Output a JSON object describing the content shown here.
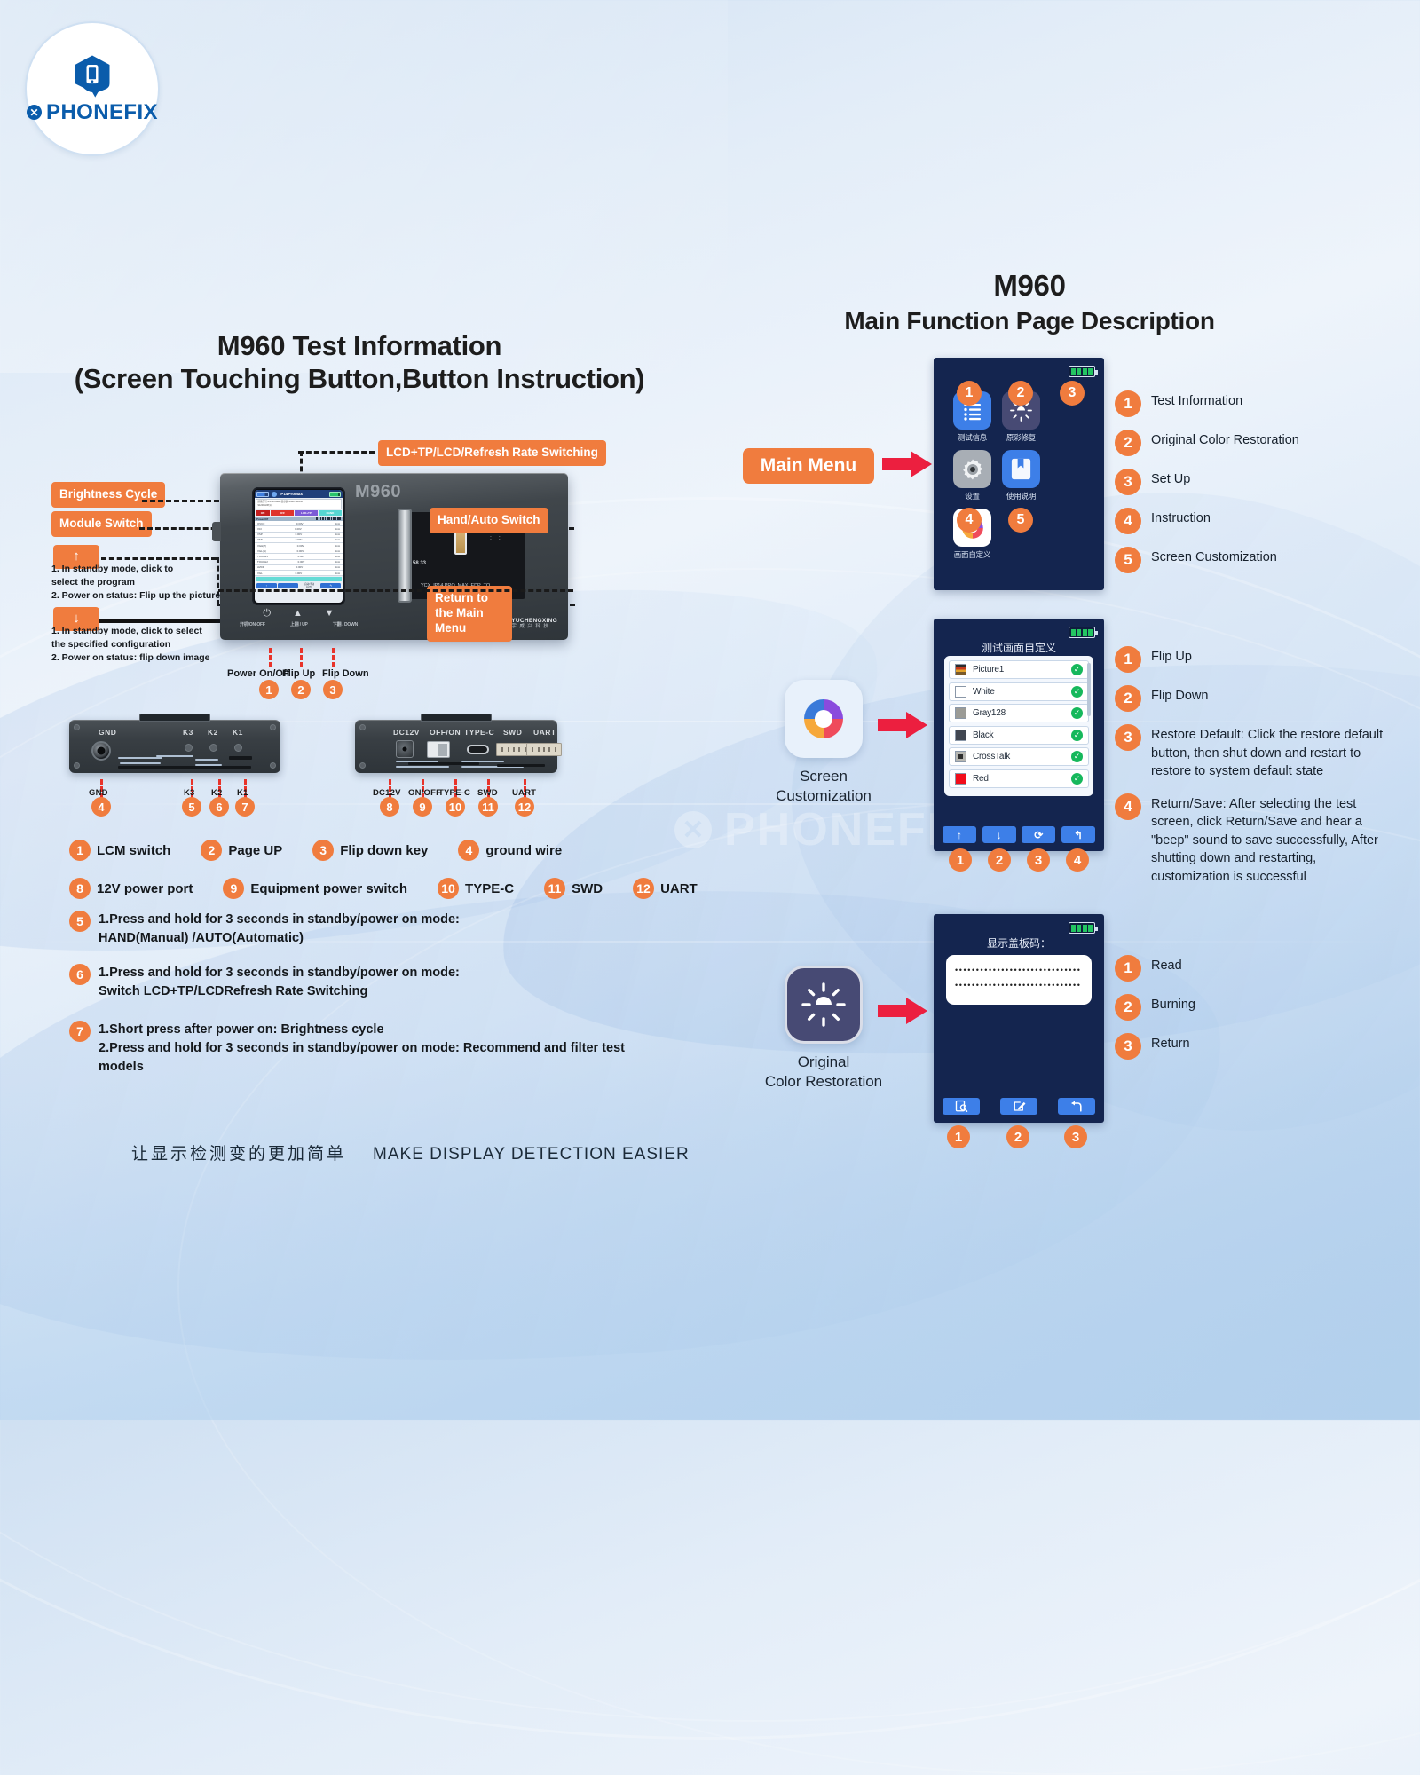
{
  "brand": {
    "logo_text": "PHONEFIX",
    "logo_x": "✕",
    "watermark_text": "PHONEFIX",
    "watermark_x": "✕"
  },
  "left_panel": {
    "title_line1": "M960 Test Information",
    "title_line2": "(Screen Touching Button,Button Instruction)",
    "callouts": {
      "top": "LCD+TP/LCD/Refresh Rate Switching",
      "brightness": "Brightness Cycle",
      "module": "Module Switch",
      "up_arrow": "↑",
      "down_arrow": "↓",
      "hand_auto": "Hand/Auto Switch",
      "return_main": "Return to the Main Menu"
    },
    "up_note_line1": "1. In standby mode, click to",
    "up_note_line2": "select the program",
    "up_note_line3": "2. Power on status: Flip up the picture",
    "down_note_line1": "1. In standby mode, click to select",
    "down_note_line2": "the specified configuration",
    "down_note_line3": "2. Power on status: flip down image",
    "device": {
      "model": "M960",
      "brand_mark": "YCX",
      "brand_en": "YUCHENGXING",
      "brand_cn": "宇 威 兴 科 技",
      "key_icons": [
        "⏻",
        "▲",
        "▼"
      ],
      "key_labels": [
        "开机/ON-OFF",
        "上翻 / UP",
        "下翻 / DOWN"
      ],
      "button_names": [
        "Power On/Off",
        "Flip Up",
        "Flip Down"
      ],
      "button_numbers": [
        "1",
        "2",
        "3"
      ],
      "flex_text1": "58.33",
      "flex_text2": "YCX_IP14 PRO_MAX_EDP_TO"
    },
    "device_screen": {
      "model_title": "IP14ProMax",
      "info_line1": "屏幕型号:IP14ProMax-显示屏-1/118 5x2056",
      "info_line2": "9123CHIP(1)",
      "tabs": [
        "ON",
        "OFF",
        "LCD+TP",
        "HAND"
      ],
      "status": "Power Off",
      "rows": [
        {
          "name": "OVCC",
          "v": "0.00V",
          "i": "0mA"
        },
        {
          "name": "VCI",
          "v": "0.00V",
          "i": "0mA"
        },
        {
          "name": "VSP",
          "v": "0.00V",
          "i": "0mA"
        },
        {
          "name": "VSN",
          "v": "0.00V",
          "i": "0mA"
        },
        {
          "name": "VGH(P)",
          "v": "0.00V",
          "i": "0mA"
        },
        {
          "name": "VGL(N)",
          "v": "0.00V",
          "i": "0mA"
        },
        {
          "name": "TOUCH1",
          "v": "0.00V",
          "i": "0mA"
        },
        {
          "name": "TOUCH2",
          "v": "0.00V",
          "i": "0mA"
        },
        {
          "name": "AVDD",
          "v": "0.00V",
          "i": "0mA"
        },
        {
          "name": "VGL",
          "v": "0.00V",
          "i": "0mA"
        }
      ],
      "btn_left": "↑",
      "btn_mid": "↓",
      "btn_mode_line1": "自动/手动",
      "btn_mode_line2": "AUTO",
      "btn_return": "↰"
    },
    "port_panel_left": {
      "caps": [
        "GND",
        "K3",
        "K2",
        "K1"
      ],
      "leaders": [
        "GND",
        "K3",
        "K2",
        "K1"
      ],
      "numbers": [
        "4",
        "5",
        "6",
        "7"
      ]
    },
    "port_panel_right": {
      "caps": [
        "DC12V",
        "OFF/ON",
        "TYPE-C",
        "SWD",
        "UART"
      ],
      "leaders": [
        "DC12V",
        "ON/OFF",
        "TYPE-C",
        "SWD",
        "UART"
      ],
      "numbers": [
        "8",
        "9",
        "10",
        "11",
        "12"
      ]
    },
    "legend_row1": [
      {
        "n": "1",
        "label": "LCM switch"
      },
      {
        "n": "2",
        "label": "Page UP"
      },
      {
        "n": "3",
        "label": "Flip down key"
      },
      {
        "n": "4",
        "label": "ground wire"
      }
    ],
    "legend_row2": [
      {
        "n": "8",
        "label": "12V power port"
      },
      {
        "n": "9",
        "label": "Equipment power switch"
      },
      {
        "n": "10",
        "label": "TYPE-C"
      },
      {
        "n": "11",
        "label": "SWD"
      },
      {
        "n": "12",
        "label": "UART"
      }
    ],
    "legend_blocks": [
      {
        "n": "5",
        "l1": "1.Press and hold for 3 seconds in standby/power on mode:",
        "l2": "HAND(Manual) /AUTO(Automatic)"
      },
      {
        "n": "6",
        "l1": "1.Press and hold for 3 seconds in standby/power on mode:",
        "l2": "Switch LCD+TP/LCDRefresh Rate Switching"
      },
      {
        "n": "7",
        "l1": "1.Short press after power on: Brightness cycle",
        "l2": "2.Press and hold for 3 seconds in standby/power on mode: Recommend and filter test models"
      }
    ],
    "tagline_cn": "让显示检测变的更加简单",
    "tagline_en": "MAKE DISPLAY DETECTION EASIER"
  },
  "right_panel": {
    "title_main": "M960",
    "title_sub": "Main Function Page Description",
    "section_main_menu": {
      "badge_label": "Main Menu",
      "apps": [
        {
          "n": "1",
          "caption": "测试信息",
          "icon": "list-icon"
        },
        {
          "n": "2",
          "caption": "原彩修复",
          "icon": "brightness-icon"
        },
        {
          "n": "3",
          "caption": "设置",
          "icon": "gear-icon"
        },
        {
          "n": "4",
          "caption": "使用说明",
          "icon": "book-icon"
        },
        {
          "n": "5",
          "caption": "画面自定义",
          "icon": "color-wheel-icon"
        }
      ],
      "legend": [
        {
          "n": "1",
          "text": "Test Information"
        },
        {
          "n": "2",
          "text": "Original Color Restoration"
        },
        {
          "n": "3",
          "text": "Set Up"
        },
        {
          "n": "4",
          "text": "Instruction"
        },
        {
          "n": "5",
          "text": "Screen Customization"
        }
      ]
    },
    "section_screen_custom": {
      "feature_caption_l1": "Screen",
      "feature_caption_l2": "Customization",
      "feature_icon": "color-wheel-icon",
      "screen_title": "测试画面自定义",
      "rows": [
        {
          "name": "Picture1",
          "swatch": "picture",
          "checked": "✓"
        },
        {
          "name": "White",
          "swatch": "#ffffff",
          "checked": "✓"
        },
        {
          "name": "Gray128",
          "swatch": "#9b9b96",
          "checked": "✓"
        },
        {
          "name": "Black",
          "swatch": "#414650",
          "checked": "✓"
        },
        {
          "name": "CrossTalk",
          "swatch": "crosstalk",
          "checked": "✓"
        },
        {
          "name": "Red",
          "swatch": "#f20d1a",
          "checked": "✓"
        }
      ],
      "toolbar": [
        "↑",
        "↓",
        "⟳",
        "↰"
      ],
      "toolbar_numbers": [
        "1",
        "2",
        "3",
        "4"
      ],
      "legend": [
        {
          "n": "1",
          "text": "Flip Up"
        },
        {
          "n": "2",
          "text": "Flip Down"
        },
        {
          "n": "3",
          "text": "Restore Default: Click the restore default button, then shut down and restart to restore to system default state"
        },
        {
          "n": "4",
          "text": "Return/Save: After selecting the test screen, click Return/Save and hear a \"beep\" sound to save successfully, After shutting down and restarting, customization is successful"
        }
      ]
    },
    "section_color_restoration": {
      "feature_caption_l1": "Original",
      "feature_caption_l2": "Color Restoration",
      "feature_icon": "brightness-icon",
      "screen_title": "显示盖板码：",
      "code_value": "••••••••••••••••••••••••••••••••••••••••••••••••••••••••••••",
      "toolbar": [
        "🔍",
        "✎",
        "↰"
      ],
      "toolbar_icon_names": [
        "read-icon",
        "edit-icon",
        "return-icon"
      ],
      "toolbar_numbers": [
        "1",
        "2",
        "3"
      ],
      "legend": [
        {
          "n": "1",
          "text": "Read"
        },
        {
          "n": "2",
          "text": "Burning"
        },
        {
          "n": "3",
          "text": "Return"
        }
      ]
    }
  },
  "colors": {
    "orange": "#f07c3e",
    "red_arrow": "#ec1f3f",
    "navy_screen": "#14254f",
    "brand_blue": "#0a5cab"
  }
}
